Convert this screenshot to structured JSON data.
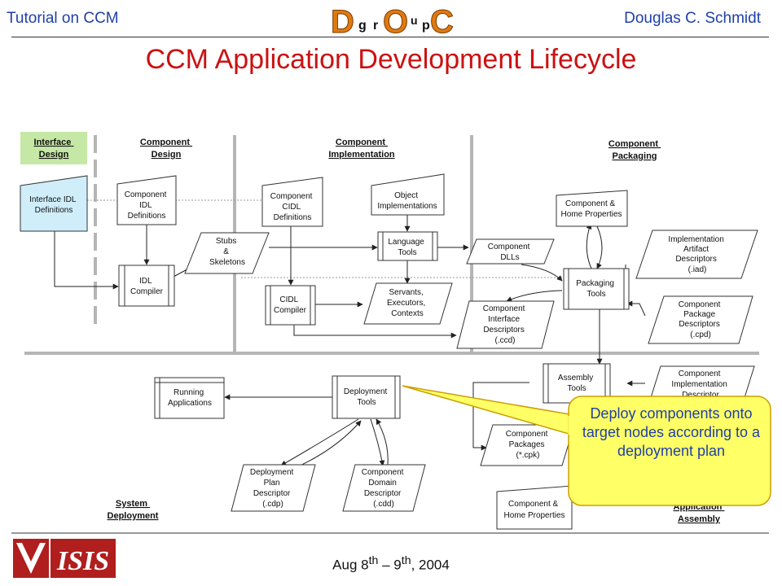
{
  "header": {
    "left": "Tutorial on CCM",
    "right": "Douglas C. Schmidt",
    "logo_letters": [
      "D",
      "g",
      "r",
      "O",
      "u",
      "p",
      "C"
    ]
  },
  "title": "CCM Application Development Lifecycle",
  "footer": {
    "date_prefix": "Aug 8",
    "date_sup1": "th",
    "date_mid": " – 9",
    "date_sup2": "th",
    "date_suffix": ", 2004",
    "logo_text": "ISIS"
  },
  "colors": {
    "accent_blue": "#1f3fa8",
    "title_red": "#cc1111",
    "interface_fill": "#c6e8a6",
    "idl_fill": "#cfeefa",
    "callout_fill": "#ffff66",
    "callout_border": "#c9a000",
    "logo_red": "#b01e1e"
  },
  "phases": {
    "interface_design": [
      "Interface",
      "Design"
    ],
    "component_design": [
      "Component",
      "Design"
    ],
    "component_implementation": [
      "Component",
      "Implementation"
    ],
    "component_packaging": [
      "Component",
      "Packaging"
    ],
    "system_deployment": [
      "System",
      "Deployment"
    ],
    "application_assembly": [
      "Application",
      "Assembly"
    ]
  },
  "nodes": {
    "interface_idl": [
      "Interface IDL",
      "Definitions"
    ],
    "component_idl": [
      "Component",
      "IDL",
      "Definitions"
    ],
    "component_cidl": [
      "Component",
      "CIDL",
      "Definitions"
    ],
    "object_impl": [
      "Object",
      "Implementations"
    ],
    "stubs": [
      "Stubs",
      "&",
      "Skeletons"
    ],
    "language_tools": [
      "Language",
      "Tools"
    ],
    "component_dlls": [
      "Component",
      "DLLs"
    ],
    "idl_compiler": [
      "IDL",
      "Compiler"
    ],
    "cidl_compiler": [
      "CIDL",
      "Compiler"
    ],
    "servants": [
      "Servants,",
      "Executors,",
      "Contexts"
    ],
    "comp_home_props_top": [
      "Component &",
      "Home Properties"
    ],
    "impl_artifact": [
      "Implementation",
      "Artifact",
      "Descriptors",
      "(.iad)"
    ],
    "packaging_tools": [
      "Packaging",
      "Tools"
    ],
    "comp_interface_desc": [
      "Component",
      "Interface",
      "Descriptors",
      "(.ccd)"
    ],
    "comp_package_desc": [
      "Component",
      "Package",
      "Descriptors",
      "(.cpd)"
    ],
    "running_apps": [
      "Running",
      "Applications"
    ],
    "deployment_tools": [
      "Deployment",
      "Tools"
    ],
    "assembly_tools": [
      "Assembly",
      "Tools"
    ],
    "comp_impl_desc": [
      "Component",
      "Implementation",
      "Descriptor"
    ],
    "comp_packages": [
      "Component",
      "Packages",
      "(*.cpk)"
    ],
    "deployment_plan": [
      "Deployment",
      "Plan",
      "Descriptor",
      "(.cdp)"
    ],
    "domain_desc": [
      "Component",
      "Domain",
      "Descriptor",
      "(.cdd)"
    ],
    "comp_home_props_bottom": [
      "Component &",
      "Home Properties"
    ]
  },
  "callout": "Deploy components onto target nodes according to a deployment plan"
}
